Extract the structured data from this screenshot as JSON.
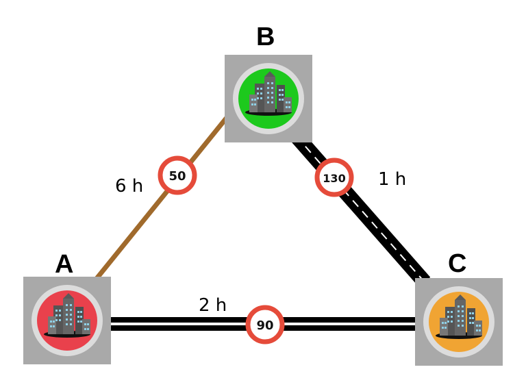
{
  "cities": {
    "a": {
      "label": "A",
      "color": "#e9414c"
    },
    "b": {
      "label": "B",
      "color": "#1dc91d"
    },
    "c": {
      "label": "C",
      "color": "#f0a433"
    }
  },
  "roads": {
    "ab": {
      "time": "6 h",
      "speed_limit": "50",
      "surface": "dirt",
      "color": "#a06a2c"
    },
    "bc": {
      "time": "1 h",
      "speed_limit": "130",
      "surface": "highway",
      "color": "#000000"
    },
    "ac": {
      "time": "2 h",
      "speed_limit": "90",
      "surface": "double-line road",
      "color": "#000000"
    }
  },
  "sign_color": "#e54b3a",
  "icons": {
    "city": "city-buildings-icon"
  }
}
